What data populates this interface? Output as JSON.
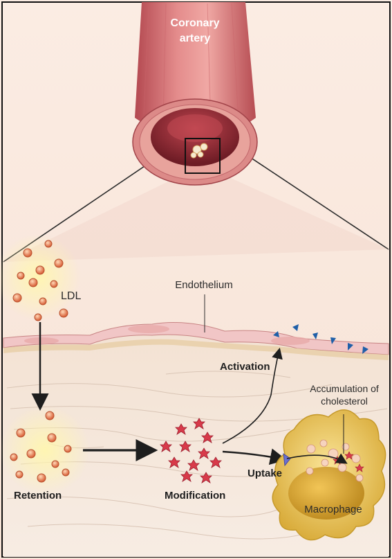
{
  "labels": {
    "artery_line1": "Coronary",
    "artery_line2": "artery",
    "ldl": "LDL",
    "endothelium": "Endothelium",
    "activation": "Activation",
    "accumulation_line1": "Accumulation of",
    "accumulation_line2": "cholesterol",
    "retention": "Retention",
    "modification": "Modification",
    "uptake": "Uptake",
    "macrophage": "Macrophage"
  },
  "colors": {
    "artery_outer": "#d9787a",
    "artery_dark": "#b84a50",
    "lumen": "#8e2a33",
    "tissue": "#f4e6da",
    "endothelium": "#f1c6c6",
    "ldl_particle": "#e07f55",
    "modified_ldl": "#d83a4a",
    "macrophage": "#f2d36a",
    "receptor": "#6a6fd0",
    "activation_spike": "#1f5fa8",
    "arrow": "#1e1e1e"
  }
}
